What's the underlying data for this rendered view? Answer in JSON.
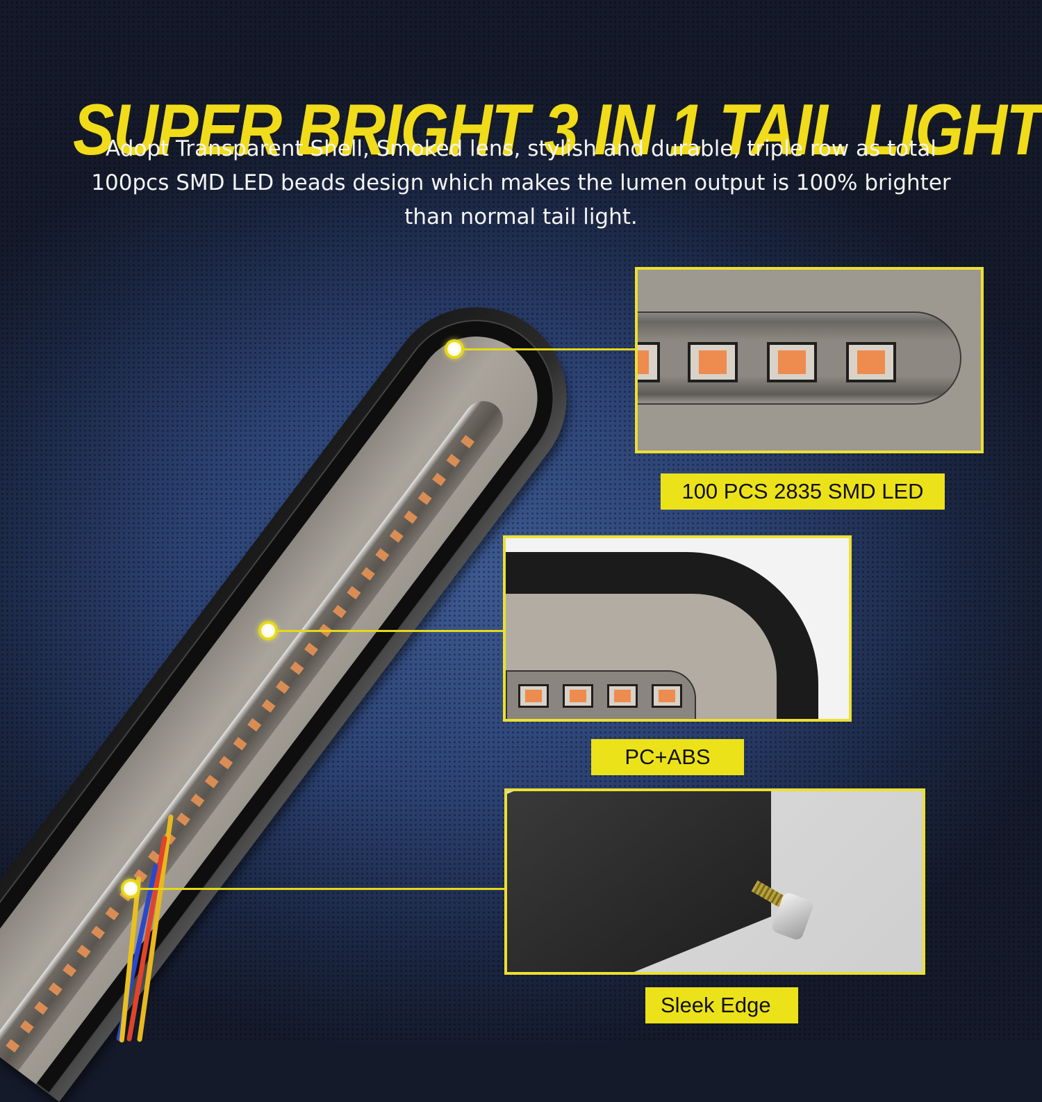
{
  "header": {
    "title": "SUPER BRIGHT 3 IN 1 TAIL LIGHT",
    "description": "Adopt Transparent Shell, Smoked lens, stylish and durable, triple row as total 100pcs SMD LED beads design which makes the lumen output is 100% brighter than normal tail light."
  },
  "callouts": [
    {
      "label": "100 PCS 2835 SMD LED",
      "feature": "led-closeup"
    },
    {
      "label": "PC+ABS",
      "feature": "housing-material"
    },
    {
      "label": "Sleek Edge",
      "feature": "edge-and-mounting-bolt"
    }
  ],
  "colors": {
    "accent_yellow": "#ece21a",
    "title_yellow": "#f0dc1a",
    "background_blue": "#2c4273",
    "led_amber": "#ee8b4e"
  }
}
